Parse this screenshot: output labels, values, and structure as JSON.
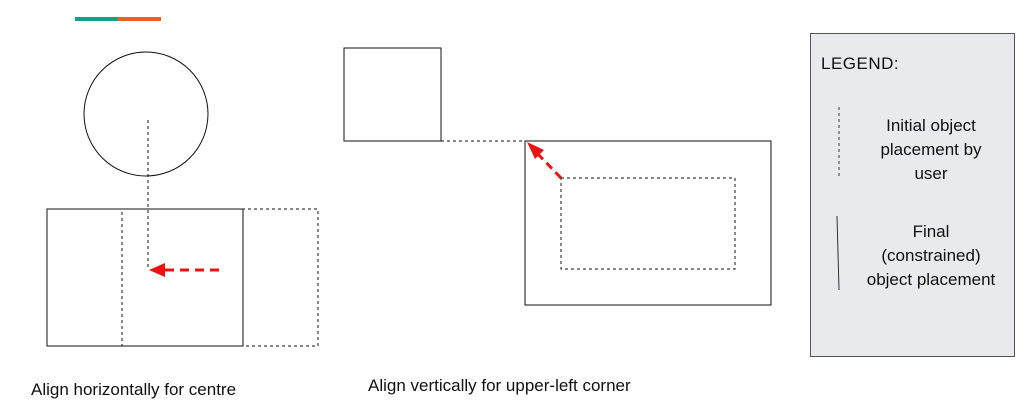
{
  "captions": {
    "left": "Align horizontally for centre",
    "right": "Align vertically for upper-left corner"
  },
  "legend": {
    "title": "LEGEND:",
    "initial_label": "Initial object placement by user",
    "final_label": "Final (constrained) object placement"
  },
  "colors": {
    "accent_teal": "#1a9e8c",
    "accent_orange": "#e8641c",
    "arrow_red": "#ee1111",
    "legend_bg": "#e8eaed"
  }
}
